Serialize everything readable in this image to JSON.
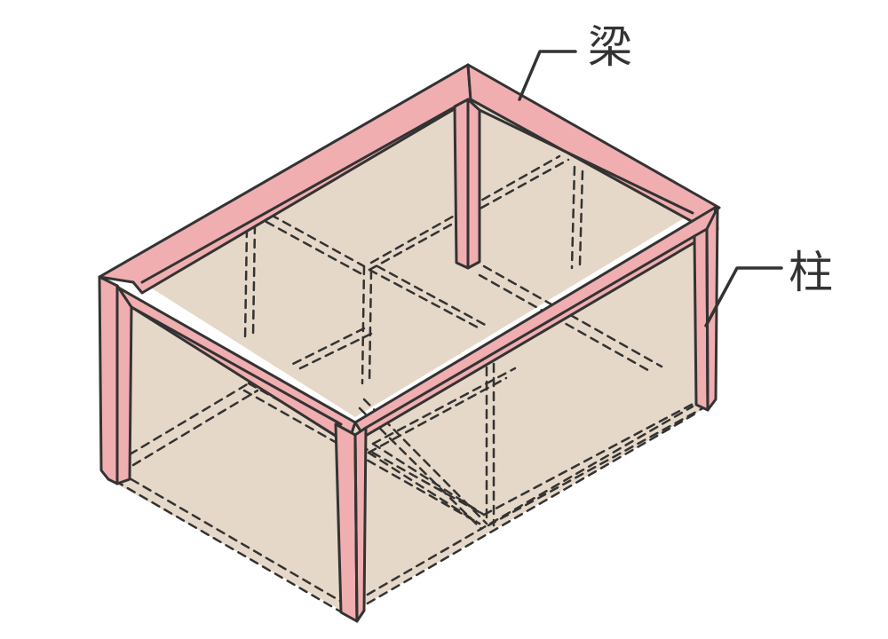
{
  "diagram": {
    "type": "isometric-structural-frame",
    "labels": {
      "beam": "梁",
      "column": "柱"
    },
    "colors": {
      "frame_member": "#f0aeb0",
      "panel_fill": "#e6d8c8",
      "outline": "#333333",
      "background": "#ffffff"
    },
    "elements": [
      {
        "name": "beam",
        "label": "梁",
        "description": "top perimeter beams (pink)"
      },
      {
        "name": "column",
        "label": "柱",
        "description": "vertical corner columns (pink)"
      },
      {
        "name": "hidden-walls",
        "description": "dashed lines indicating interior walls/partitions"
      }
    ]
  }
}
